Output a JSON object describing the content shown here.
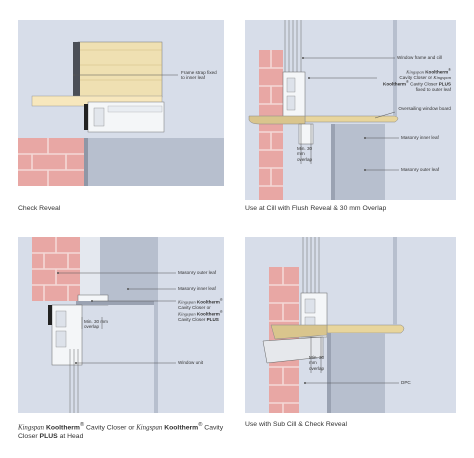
{
  "panels": {
    "p1": {
      "caption": "Check Reveal",
      "callouts": {
        "frame_strap": "Frame strap fixed to inner leaf"
      }
    },
    "p2": {
      "caption": "Use at Cill with Flush Reveal & 30 mm Overlap",
      "callouts": {
        "window_frame": "Window frame and cill",
        "closer_brand_a": "Kingspan",
        "closer_product_a": "Kooltherm",
        "closer_sup_a": "®",
        "closer_mid": "Cavity Closer or",
        "closer_brand_b": "Kingspan",
        "closer_product_b": "Kooltherm",
        "closer_sup_b": "®",
        "closer_tail": "Cavity Closer",
        "closer_plus": "PLUS",
        "closer_fixed": "fixed to outer leaf",
        "overhang": "Oversailing window board",
        "min_overlap": "Min. 30 mm overlap",
        "masonry_inner": "Masonry inner leaf",
        "masonry_outer": "Masonry outer leaf"
      }
    },
    "p3": {
      "caption_brand_a": "Kingspan",
      "caption_product_a": "Kooltherm",
      "caption_sup_a": "®",
      "caption_mid": "Cavity Closer or",
      "caption_brand_b": "Kingspan",
      "caption_product_b": "Kooltherm",
      "caption_sup_b": "®",
      "caption_tail": "Cavity",
      "caption_line2a": "Closer",
      "caption_plus": "PLUS",
      "caption_line2b": "at Head",
      "callouts": {
        "masonry_outer": "Masonry outer leaf",
        "masonry_inner": "Masonry inner leaf",
        "closer_brand_a": "Kingspan",
        "closer_product_a": "Kooltherm",
        "closer_sup_a": "®",
        "closer_mid": "Cavity Closer or",
        "closer_brand_b": "Kingspan",
        "closer_product_b": "Kooltherm",
        "closer_sup_b": "®",
        "closer_tail": "Cavity Closer",
        "closer_plus": "PLUS",
        "min_overlap": "Min. 30 mm overlap",
        "window_unit": "Window unit"
      }
    },
    "p4": {
      "caption": "Use with Sub Cill & Check Reveal",
      "callouts": {
        "min_overlap": "Min. 30 mm overlap",
        "dpc": "DPC"
      }
    }
  },
  "colors": {
    "panel_bg": "#d7dde9",
    "brick": "#e8a7a4",
    "brick_mortar": "#f4d9d6",
    "timber": "#efe0b2",
    "cill": "#e8d59c",
    "inner_leaf": "#b7bfce",
    "insulation_gray": "#a9b1c0",
    "frame_white": "#f4f6f8",
    "line": "#555555"
  }
}
